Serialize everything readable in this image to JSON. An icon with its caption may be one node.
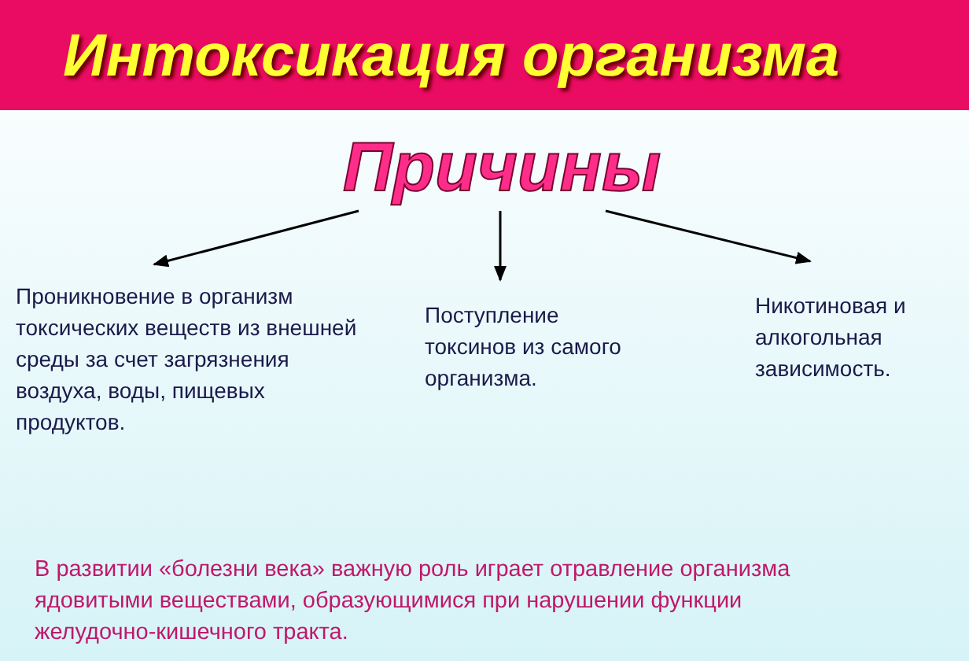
{
  "diagram": {
    "title": "Интоксикация организма",
    "nodes": [
      {
        "text": [
          "Причины"
        ]
      },
      {
        "text": [
          "Проникновение в организм токсических веществ из внешней среды за счет загрязнения воздуха, воды, пищевых продуктов."
        ]
      },
      {
        "text": [
          "Поступление токсинов из самого организма."
        ]
      },
      {
        "text": [
          "Никотиновая и алкогольная зависимость."
        ]
      }
    ],
    "edges": [
      {
        "from": 0,
        "to": 1,
        "arrow": "to"
      },
      {
        "from": 0,
        "to": 2,
        "arrow": "to"
      },
      {
        "from": 0,
        "to": 3,
        "arrow": "to"
      }
    ],
    "labels": [
      "В развитии «болезни века» важную роль играет отравление организма ядовитыми веществами, образующимися при нарушении функции желудочно-кишечного тракта."
    ]
  }
}
